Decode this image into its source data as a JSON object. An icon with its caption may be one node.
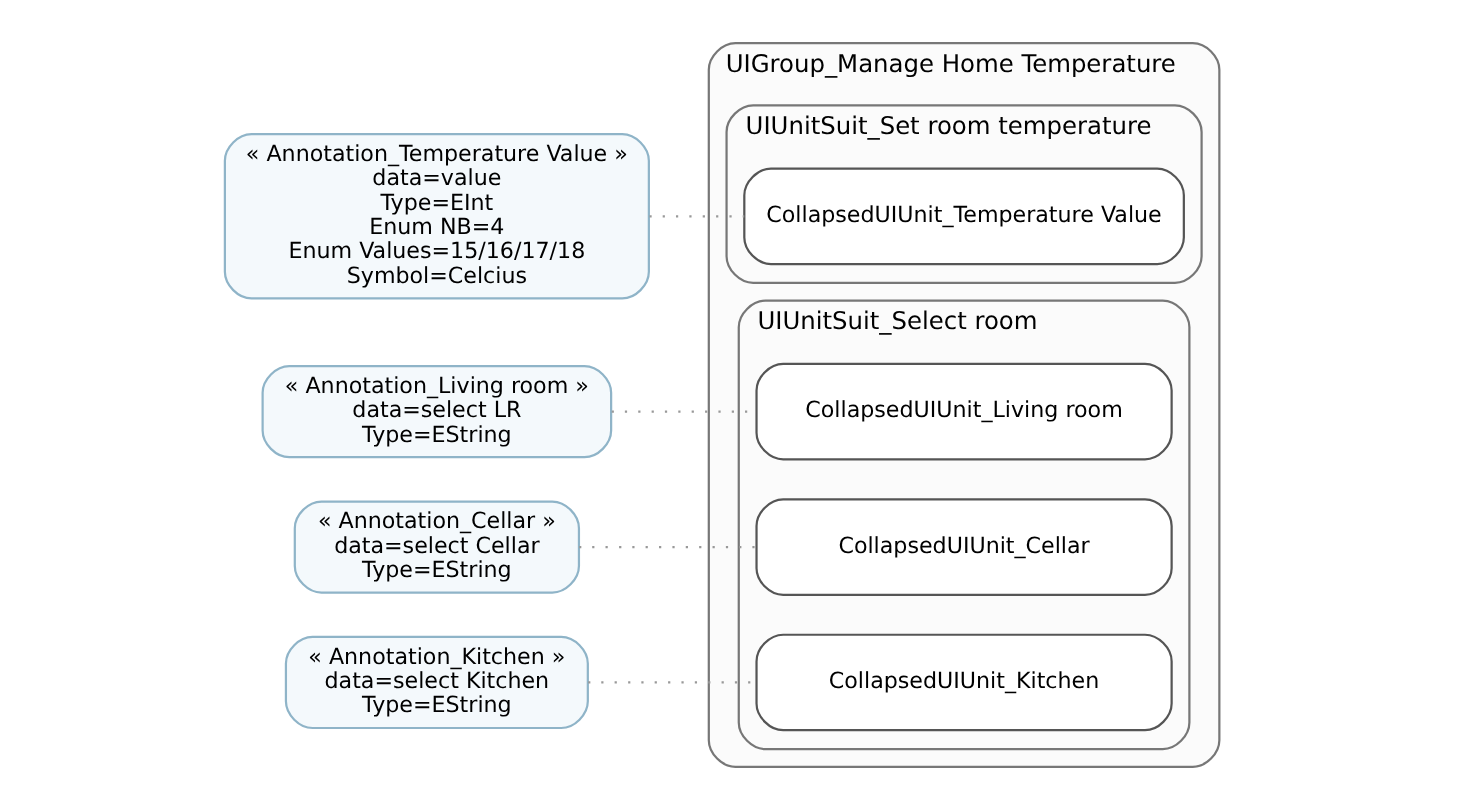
{
  "diagram": {
    "nodes": [
      {
        "text": [
          "« Annotation_Temperature Value »",
          "data=value",
          "Type=EInt",
          "Enum NB=4",
          "Enum Values=15/16/17/18",
          "Symbol=Celcius"
        ]
      },
      {
        "text": [
          "UIGroup_Manage Home Temperature"
        ]
      },
      {
        "text": [
          "UIUnitSuit_Select room"
        ],
        "in": 1
      },
      {
        "text": [
          "CollapsedUIUnit_Living room"
        ],
        "in": 2
      },
      {
        "text": [
          "CollapsedUIUnit_Cellar"
        ],
        "in": 2
      },
      {
        "text": [
          "CollapsedUIUnit_Kitchen"
        ],
        "in": 2
      },
      {
        "text": [
          "UIUnitSuit_Set room temperature"
        ],
        "in": 1
      },
      {
        "text": [
          "CollapsedUIUnit_Temperature Value"
        ],
        "in": 6
      },
      {
        "text": [
          "« Annotation_Living room »",
          "data=select LR",
          "Type=EString"
        ]
      },
      {
        "text": [
          "« Annotation_Cellar »",
          "data=select Cellar",
          "Type=EString"
        ]
      },
      {
        "text": [
          "« Annotation_Kitchen »",
          "data=select Kitchen",
          "Type=EString"
        ]
      }
    ],
    "edges": [
      {
        "from": 0,
        "to": 7,
        "arrow": "none",
        "style": "dashed"
      },
      {
        "from": 8,
        "to": 3,
        "arrow": "none",
        "style": "dashed"
      },
      {
        "from": 9,
        "to": 4,
        "arrow": "none",
        "style": "dashed"
      },
      {
        "from": 10,
        "to": 5,
        "arrow": "none",
        "style": "dashed"
      }
    ]
  }
}
